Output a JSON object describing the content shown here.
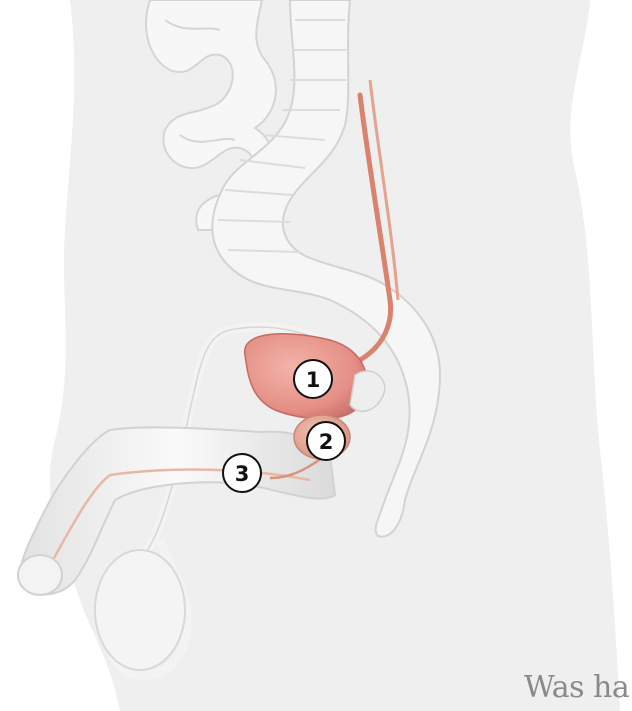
{
  "markers": [
    {
      "id": "1",
      "label": "1"
    },
    {
      "id": "2",
      "label": "2"
    },
    {
      "id": "3",
      "label": "3"
    }
  ],
  "watermark": "Was ha",
  "colors": {
    "background": "#ffffff",
    "body_silhouette": "#efefef",
    "organ_white": "#f5f5f5",
    "organ_shadow": "#d8d8d8",
    "bladder": "#e9978e",
    "prostate": "#e3a394",
    "ureter": "#d9836f",
    "marker_fill": "#ffffff",
    "marker_stroke": "#111111"
  }
}
